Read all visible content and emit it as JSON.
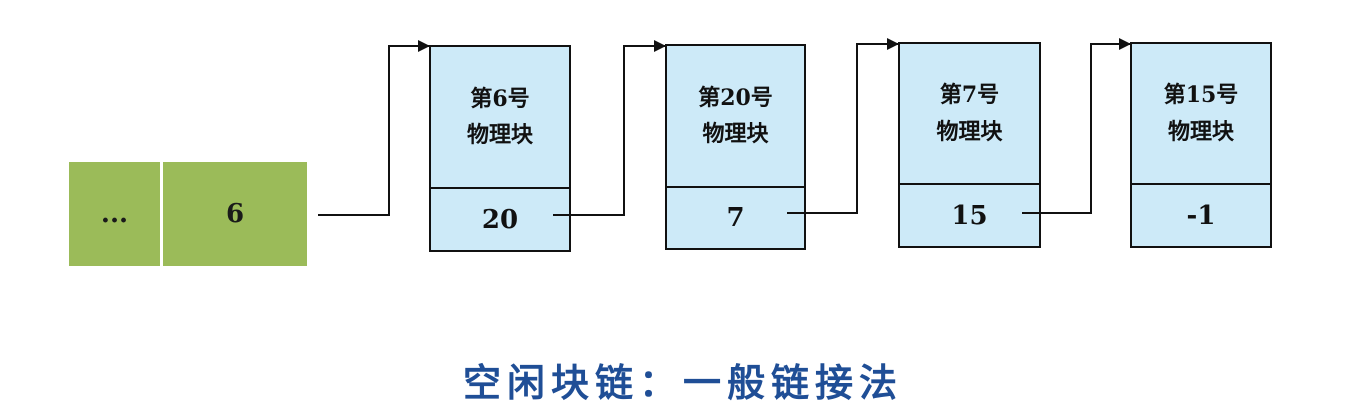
{
  "index_table": {
    "ellipsis": "...",
    "first_block": "6"
  },
  "blocks": [
    {
      "line1": "第6号",
      "line2": "物理块",
      "next": "20"
    },
    {
      "line1": "第20号",
      "line2": "物理块",
      "next": "7"
    },
    {
      "line1": "第7号",
      "line2": "物理块",
      "next": "15"
    },
    {
      "line1": "第15号",
      "line2": "物理块",
      "next": "-1"
    }
  ],
  "caption": "空闲块链：一般链接法",
  "colors": {
    "index_fill": "#9bbb59",
    "block_fill": "#cdeaf8",
    "caption": "#1f4e96",
    "stroke": "#111111"
  }
}
